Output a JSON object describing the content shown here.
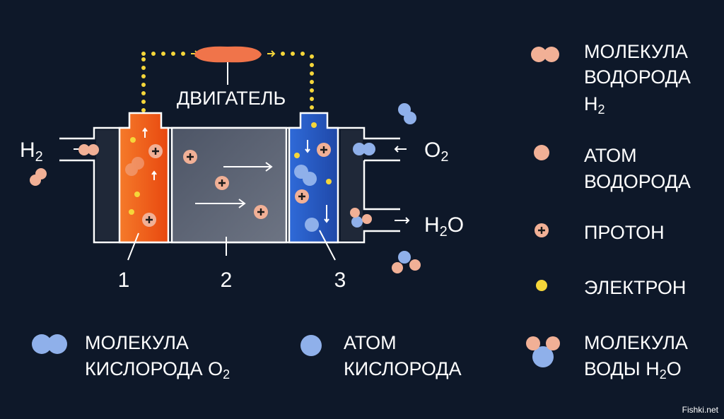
{
  "diagram": {
    "engine_label": "ДВИГАТЕЛЬ",
    "inputs": {
      "h2": "H",
      "h2_sub": "2",
      "o2": "O",
      "o2_sub": "2",
      "h2o_h": "H",
      "h2o_sub": "2",
      "h2o_o": "O"
    },
    "parts": [
      "1",
      "2",
      "3"
    ],
    "colors": {
      "background": "#0e1829",
      "anode": "#f0561c",
      "cathode": "#2b5fc6",
      "electrolyte": "#5b6474",
      "hydrogen": "#f1b096",
      "oxygen": "#8fb0ea",
      "electron": "#f5d63a"
    }
  },
  "legend": {
    "h2_molecule": {
      "line1": "МОЛЕКУЛА",
      "line2": "ВОДОРОДА",
      "line3": "H",
      "line3_sub": "2"
    },
    "h_atom": {
      "line1": "АТОМ",
      "line2": "ВОДОРОДА"
    },
    "proton": {
      "line1": "ПРОТОН"
    },
    "electron": {
      "line1": "ЭЛЕКТРОН"
    },
    "water": {
      "line1": "МОЛЕКУЛА",
      "line2": "ВОДЫ H",
      "line2_sub": "2",
      "line2_end": "O"
    },
    "o2_molecule": {
      "line1": "МОЛЕКУЛА",
      "line2": "КИСЛОРОДА O",
      "line2_sub": "2"
    },
    "o_atom": {
      "line1": "АТОМ",
      "line2": "КИСЛОРОДА"
    }
  },
  "watermark": "Fishki.net"
}
